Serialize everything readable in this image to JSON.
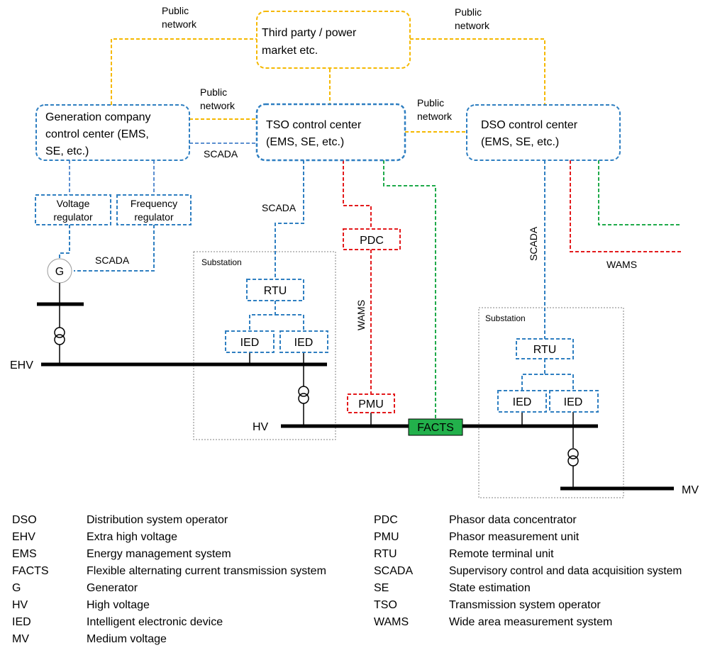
{
  "colors": {
    "public": "#f5b800",
    "scada": "#2f7fc1",
    "scada_light": "#5b8fd0",
    "wams": "#e31a1c",
    "green": "#1faa4a",
    "facts_fill": "#22b04b",
    "bus": "#000000",
    "substation_border": "#808080"
  },
  "nodes": {
    "third_party": [
      "Third party / power",
      "market etc."
    ],
    "genco": [
      "Generation company",
      "control center (EMS,",
      "SE, etc.)"
    ],
    "tso": [
      "TSO control center",
      "(EMS, SE, etc.)"
    ],
    "dso": [
      "DSO control center",
      "(EMS, SE, etc.)"
    ],
    "voltage_regulator": [
      "Voltage",
      "regulator"
    ],
    "frequency_regulator": [
      "Frequency",
      "regulator"
    ],
    "generator": "G",
    "rtu": "RTU",
    "ied": "IED",
    "pdc": "PDC",
    "pmu": "PMU",
    "facts": "FACTS"
  },
  "labels": {
    "public_network": [
      "Public",
      "network"
    ],
    "scada": "SCADA",
    "wams": "WAMS",
    "substation": "Substation",
    "ehv": "EHV",
    "hv": "HV",
    "mv": "MV"
  },
  "legend": {
    "left": [
      {
        "abbr": "DSO",
        "full": "Distribution system operator"
      },
      {
        "abbr": "EHV",
        "full": "Extra high voltage"
      },
      {
        "abbr": "EMS",
        "full": "Energy management system"
      },
      {
        "abbr": "FACTS",
        "full": "Flexible alternating current transmission system"
      },
      {
        "abbr": "G",
        "full": "Generator"
      },
      {
        "abbr": "HV",
        "full": "High voltage"
      },
      {
        "abbr": "IED",
        "full": "Intelligent electronic device"
      },
      {
        "abbr": "MV",
        "full": "Medium voltage"
      }
    ],
    "right": [
      {
        "abbr": "PDC",
        "full": "Phasor data concentrator"
      },
      {
        "abbr": "PMU",
        "full": "Phasor measurement unit"
      },
      {
        "abbr": "RTU",
        "full": "Remote terminal unit"
      },
      {
        "abbr": "SCADA",
        "full": "Supervisory control and data acquisition system"
      },
      {
        "abbr": "SE",
        "full": "State estimation"
      },
      {
        "abbr": "TSO",
        "full": "Transmission system operator"
      },
      {
        "abbr": "WAMS",
        "full": "Wide area measurement system"
      }
    ]
  }
}
